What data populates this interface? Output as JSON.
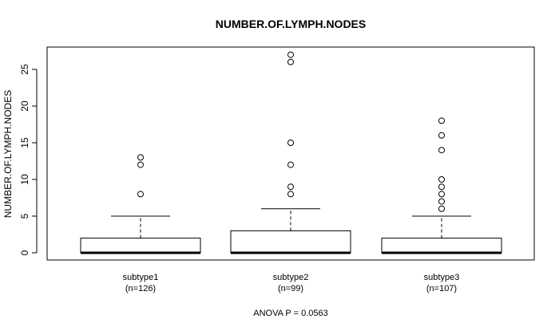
{
  "chart_data": {
    "type": "boxplot",
    "title": "NUMBER.OF.LYMPH.NODES",
    "ylabel": "NUMBER.OF.LYMPH.NODES",
    "xlabel": "",
    "ylim": [
      -1,
      28
    ],
    "yticks": [
      0,
      5,
      10,
      15,
      20,
      25
    ],
    "footer": "ANOVA P = 0.0563",
    "categories": [
      {
        "name": "subtype1",
        "n_label": "(n=126)",
        "whisker_low": 0,
        "q1": 0,
        "median": 0,
        "q3": 2,
        "whisker_high": 5,
        "outliers": [
          8,
          12,
          13
        ]
      },
      {
        "name": "subtype2",
        "n_label": "(n=99)",
        "whisker_low": 0,
        "q1": 0,
        "median": 0,
        "q3": 3,
        "whisker_high": 6,
        "outliers": [
          8,
          9,
          12,
          15,
          26,
          27
        ]
      },
      {
        "name": "subtype3",
        "n_label": "(n=107)",
        "whisker_low": 0,
        "q1": 0,
        "median": 0,
        "q3": 2,
        "whisker_high": 5,
        "outliers": [
          6,
          7,
          8,
          9,
          10,
          14,
          16,
          18
        ]
      }
    ]
  }
}
